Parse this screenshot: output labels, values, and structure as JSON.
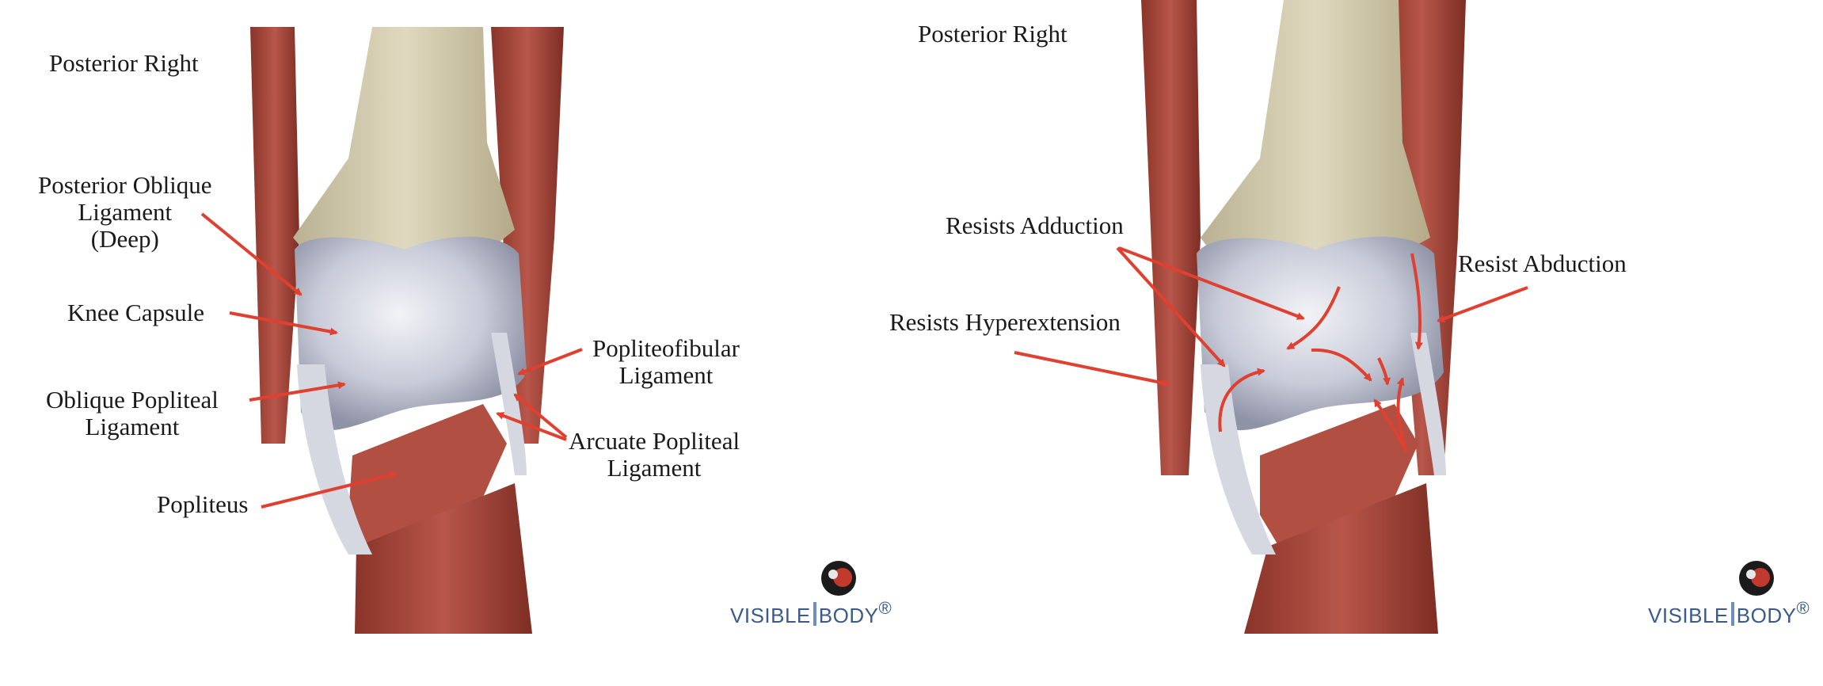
{
  "left_panel": {
    "view_title": "Posterior Right",
    "labels": {
      "posterior_oblique": [
        "Posterior Oblique",
        "Ligament",
        "(Deep)"
      ],
      "knee_capsule": "Knee Capsule",
      "oblique_popliteal": [
        "Oblique Popliteal",
        "Ligament"
      ],
      "popliteus": "Popliteus",
      "popliteofibular": [
        "Popliteofibular",
        "Ligament"
      ],
      "arcuate_popliteal": [
        "Arcuate Popliteal",
        "Ligament"
      ]
    },
    "logo": {
      "brand_part1": "Visible",
      "brand_part2": "Body",
      "trademark": "®"
    }
  },
  "right_panel": {
    "view_title": "Posterior Right",
    "labels": {
      "resists_adduction": "Resists Adduction",
      "resists_hyperextension": "Resists Hyperextension",
      "resist_abduction": "Resist Abduction"
    },
    "logo": {
      "brand_part1": "Visible",
      "brand_part2": "Body",
      "trademark": "®"
    }
  },
  "colors": {
    "arrow": "#e04030",
    "bone": "#d9d2b6",
    "muscle": "#a8483a",
    "muscle_dark": "#7e2e24",
    "ligament": "#c9ccd8",
    "text": "#1a1a1a",
    "logo_blue": "#3a5a8c"
  }
}
